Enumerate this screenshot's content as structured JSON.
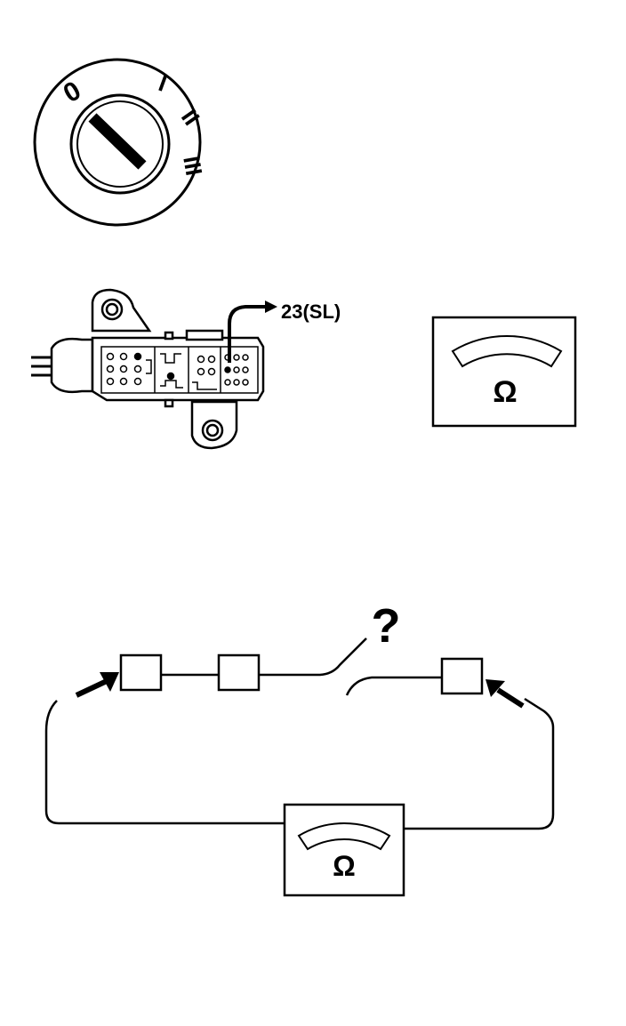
{
  "ignition_switch": {
    "positions": [
      "0",
      "I",
      "II",
      "III"
    ]
  },
  "connector": {
    "terminal_label": "23(SL)"
  },
  "ohmmeter": {
    "symbol": "Ω"
  },
  "circuit": {
    "unknown_mark": "?",
    "ohmmeter_symbol": "Ω"
  }
}
